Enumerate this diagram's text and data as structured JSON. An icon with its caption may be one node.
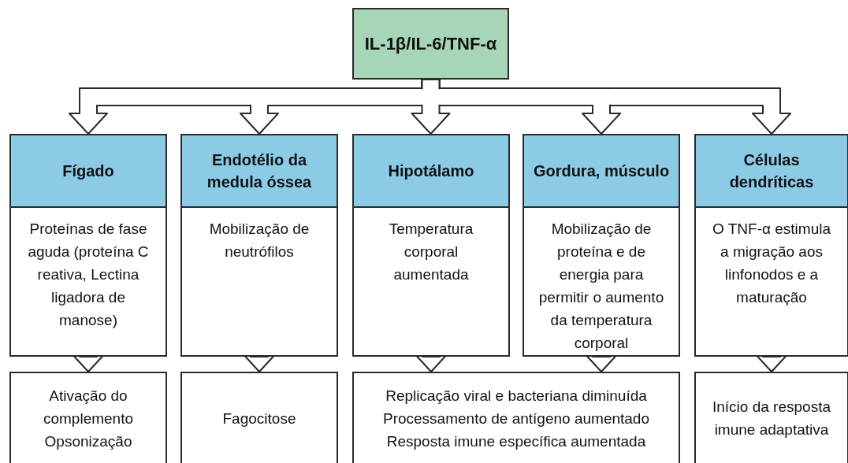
{
  "diagram": {
    "nodes": [
      {
        "text": [
          "IL-1β/IL-6/TNF-α"
        ]
      },
      {
        "text": [
          "Fígado",
          "Proteínas de fase aguda (proteína C reativa, Lectina ligadora de manose)"
        ]
      },
      {
        "text": [
          "Endotélio da medula óssea",
          "Mobilização de neutrófilos"
        ]
      },
      {
        "text": [
          "Hipotálamo",
          "Temperatura corporal aumentada"
        ]
      },
      {
        "text": [
          "Gordura, músculo",
          "Mobilização de proteína e de energia para permitir o aumento da temperatura corporal"
        ]
      },
      {
        "text": [
          "Células dendríticas",
          "O TNF-α estimula a migração aos linfonodos e a maturação"
        ]
      },
      {
        "text": [
          "Ativação do complemento",
          "Opsonização"
        ]
      },
      {
        "text": [
          "Fagocitose"
        ]
      },
      {
        "text": [
          "Replicação viral e bacteriana diminuída",
          "Processamento de antígeno aumentado",
          "Resposta imune específica aumentada"
        ]
      },
      {
        "text": [
          "Início da resposta imune adaptativa"
        ]
      }
    ],
    "edges": [
      {
        "from": 0,
        "to": 1,
        "arrow": "to"
      },
      {
        "from": 0,
        "to": 2,
        "arrow": "to"
      },
      {
        "from": 0,
        "to": 3,
        "arrow": "to"
      },
      {
        "from": 0,
        "to": 4,
        "arrow": "to"
      },
      {
        "from": 0,
        "to": 5,
        "arrow": "to"
      },
      {
        "from": 1,
        "to": 6,
        "arrow": "to"
      },
      {
        "from": 2,
        "to": 7,
        "arrow": "to"
      },
      {
        "from": 3,
        "to": 8,
        "arrow": "to"
      },
      {
        "from": 4,
        "to": 8,
        "arrow": "to"
      },
      {
        "from": 5,
        "to": 9,
        "arrow": "to"
      }
    ]
  }
}
